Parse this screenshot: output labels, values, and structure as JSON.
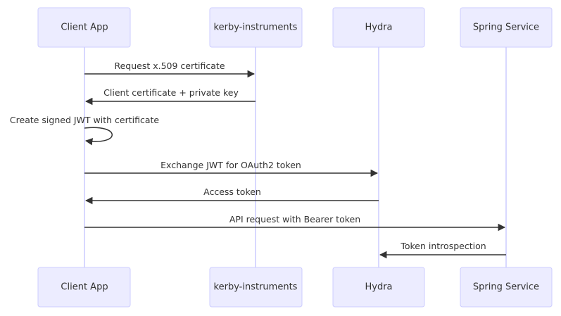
{
  "participants": [
    {
      "id": "client",
      "label": "Client App"
    },
    {
      "id": "kerby",
      "label": "kerby-instruments"
    },
    {
      "id": "hydra",
      "label": "Hydra"
    },
    {
      "id": "spring",
      "label": "Spring Service"
    }
  ],
  "messages": [
    {
      "from": "client",
      "to": "kerby",
      "label": "Request x.509 certificate"
    },
    {
      "from": "kerby",
      "to": "client",
      "label": "Client certificate + private key"
    },
    {
      "from": "client",
      "to": "client",
      "label": "Create signed JWT with certificate"
    },
    {
      "from": "client",
      "to": "hydra",
      "label": "Exchange JWT for OAuth2 token"
    },
    {
      "from": "hydra",
      "to": "client",
      "label": "Access token"
    },
    {
      "from": "client",
      "to": "spring",
      "label": "API request with Bearer token"
    },
    {
      "from": "spring",
      "to": "hydra",
      "label": "Token introspection"
    }
  ]
}
